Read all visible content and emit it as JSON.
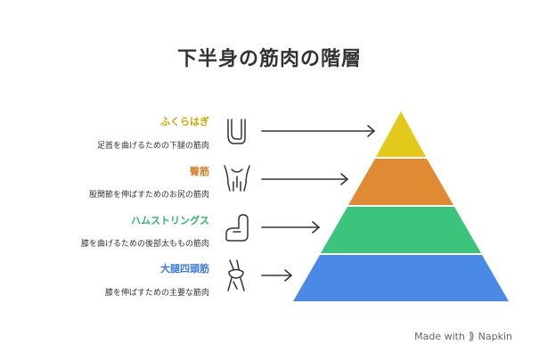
{
  "title": "下半身の筋肉の階層",
  "levels": [
    {
      "title": "ふくらはぎ",
      "desc": "足首を曲げるための下腿の筋肉",
      "icon": "foot-icon",
      "color": "#e2c91a"
    },
    {
      "title": "臀筋",
      "desc": "股関節を伸ばすためのお尻の筋肉",
      "icon": "hips-icon",
      "color": "#e08a34"
    },
    {
      "title": "ハムストリングス",
      "desc": "膝を曲げるための後部太ももの筋肉",
      "icon": "flexed-arm-icon",
      "color": "#3cc47c"
    },
    {
      "title": "大腿四頭筋",
      "desc": "膝を伸ばすための主要な筋肉",
      "icon": "knee-joint-icon",
      "color": "#4a8ae6"
    }
  ],
  "footer": {
    "made_with": "Made with",
    "brand": "Napkin"
  }
}
